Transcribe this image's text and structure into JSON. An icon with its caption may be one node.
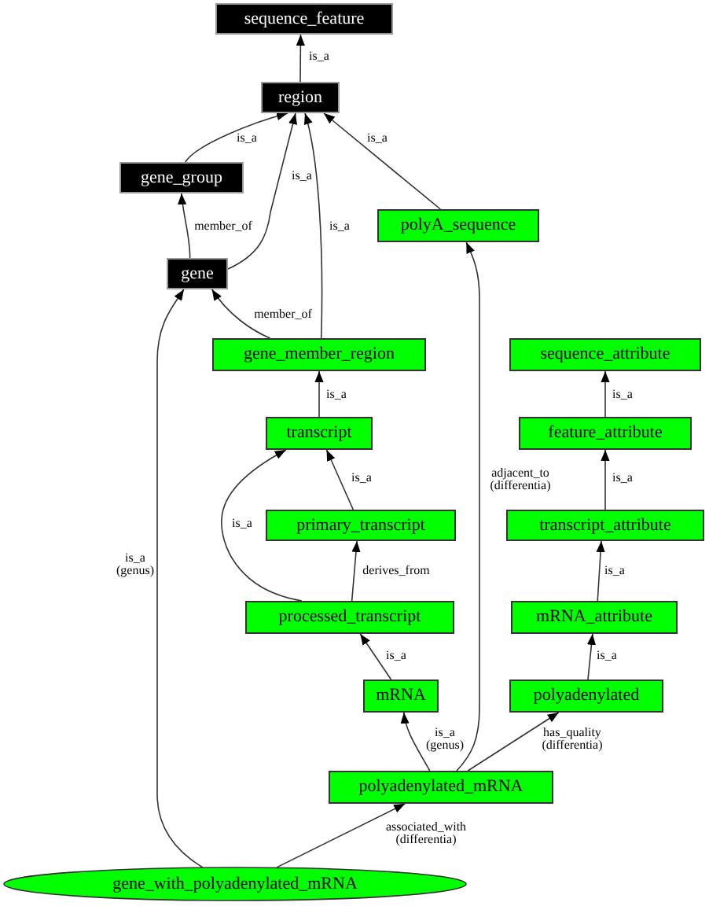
{
  "diagram": {
    "nodes": [
      {
        "text": [
          "sequence_feature"
        ]
      },
      {
        "text": [
          "region"
        ]
      },
      {
        "text": [
          "gene_group"
        ]
      },
      {
        "text": [
          "gene"
        ]
      },
      {
        "text": [
          "polyA_sequence"
        ]
      },
      {
        "text": [
          "gene_member_region"
        ]
      },
      {
        "text": [
          "sequence_attribute"
        ]
      },
      {
        "text": [
          "transcript"
        ]
      },
      {
        "text": [
          "feature_attribute"
        ]
      },
      {
        "text": [
          "primary_transcript"
        ]
      },
      {
        "text": [
          "transcript_attribute"
        ]
      },
      {
        "text": [
          "processed_transcript"
        ]
      },
      {
        "text": [
          "mRNA_attribute"
        ]
      },
      {
        "text": [
          "mRNA"
        ]
      },
      {
        "text": [
          "polyadenylated"
        ]
      },
      {
        "text": [
          "polyadenylated_mRNA"
        ]
      },
      {
        "text": [
          "gene_with_polyadenylated_mRNA"
        ]
      }
    ],
    "edges": [
      {
        "from": 1,
        "to": 0,
        "arrow": "to",
        "label": "is_a"
      },
      {
        "from": 2,
        "to": 1,
        "arrow": "to",
        "label": "is_a"
      },
      {
        "from": 3,
        "to": 1,
        "arrow": "to",
        "label": "is_a"
      },
      {
        "from": 5,
        "to": 1,
        "arrow": "to",
        "label": "is_a"
      },
      {
        "from": 4,
        "to": 1,
        "arrow": "to",
        "label": "is_a"
      },
      {
        "from": 3,
        "to": 2,
        "arrow": "to",
        "label": "member_of"
      },
      {
        "from": 5,
        "to": 3,
        "arrow": "to",
        "label": "member_of"
      },
      {
        "from": 7,
        "to": 5,
        "arrow": "to",
        "label": "is_a"
      },
      {
        "from": 9,
        "to": 7,
        "arrow": "to",
        "label": "is_a"
      },
      {
        "from": 11,
        "to": 7,
        "arrow": "to",
        "label": "is_a"
      },
      {
        "from": 11,
        "to": 9,
        "arrow": "to",
        "label": "derives_from"
      },
      {
        "from": 13,
        "to": 11,
        "arrow": "to",
        "label": "is_a"
      },
      {
        "from": 15,
        "to": 13,
        "arrow": "to",
        "label": "is_a (genus)"
      },
      {
        "from": 15,
        "to": 4,
        "arrow": "to",
        "label": "adjacent_to (differentia)"
      },
      {
        "from": 15,
        "to": 14,
        "arrow": "to",
        "label": "has_quality (differentia)"
      },
      {
        "from": 16,
        "to": 3,
        "arrow": "to",
        "label": "is_a (genus)"
      },
      {
        "from": 16,
        "to": 15,
        "arrow": "to",
        "label": "associated_with (differentia)"
      },
      {
        "from": 8,
        "to": 6,
        "arrow": "to",
        "label": "is_a"
      },
      {
        "from": 10,
        "to": 8,
        "arrow": "to",
        "label": "is_a"
      },
      {
        "from": 12,
        "to": 10,
        "arrow": "to",
        "label": "is_a"
      },
      {
        "from": 14,
        "to": 12,
        "arrow": "to",
        "label": "is_a"
      }
    ]
  }
}
